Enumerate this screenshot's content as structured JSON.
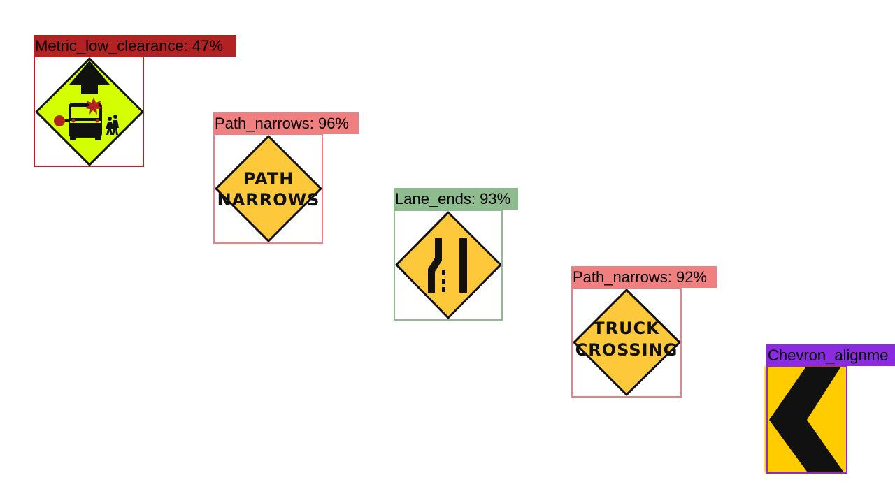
{
  "colors": {
    "metric_low_clearance": "#b22222",
    "path_narrows": "#f08080",
    "lane_ends": "#8fbc8f",
    "chevron_alignment": "#8a2be2",
    "sign_yellow": "#fdc93a",
    "sign_fluorescent": "#d4ff00",
    "sign_chevron_yellow": "#ffcc00"
  },
  "detections": [
    {
      "label": "Metric_low_clearance: 47%",
      "icon": "school-bus-stop-ahead-sign-icon"
    },
    {
      "label": "Path_narrows: 96%",
      "icon": "path-narrows-sign-icon",
      "sign_lines": [
        "PATH",
        "NARROWS"
      ]
    },
    {
      "label": "Lane_ends: 93%",
      "icon": "lane-ends-sign-icon"
    },
    {
      "label": "Path_narrows: 92%",
      "icon": "truck-crossing-sign-icon",
      "sign_lines": [
        "TRUCK",
        "CROSSING"
      ]
    },
    {
      "label": "Chevron_alignme",
      "icon": "chevron-left-sign-icon"
    }
  ]
}
